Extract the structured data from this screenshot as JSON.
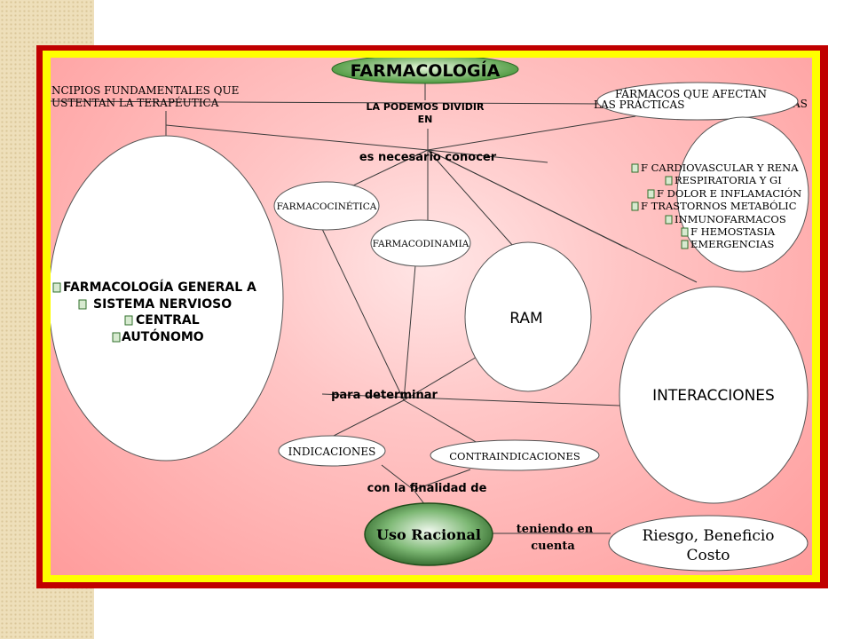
{
  "title": "FARMACOLOGÍA",
  "left_top_label": [
    "NCIPIOS FUNDAMENTALES QUE",
    "USTENTAN LA TERAPÉUTICA"
  ],
  "divide_label": [
    "LA PODEMOS DIVIDIR",
    "EN"
  ],
  "right_top_label": [
    "FÁRMACOS QUE AFECTAN",
    "LAS PRÁCTICAS"
  ],
  "right_top_overflow": "AS",
  "necesario_label": "es necesario conocer",
  "farmacocinetica": "FARMACOCINÉTICA",
  "farmacodinamia": "FARMACODINAMIA",
  "ram": "RAM",
  "interacciones": "INTERACCIONES",
  "para_determinar": "para determinar",
  "indicaciones": "INDICACIONES",
  "contraindicaciones": "CONTRAINDICACIONES",
  "con_finalidad": "con la finalidad de",
  "uso_racional": "Uso Racional",
  "teniendo": [
    "teniendo en",
    "cuenta"
  ],
  "riesgo": [
    "Riesgo, Beneficio",
    "Costo"
  ],
  "left_list": [
    "FARMACOLOGÍA GENERAL A",
    "SISTEMA NERVIOSO",
    "CENTRAL",
    "AUTÓNOMO"
  ],
  "right_list": [
    "F CARDIOVASCULAR Y RENA",
    "RESPIRATORIA Y GI",
    "F DOLOR E INFLAMACIÓN",
    "F TRASTORNOS METABÓLIC",
    "INMUNOFARMACOS",
    "F HEMOSTASIA",
    "EMERGENCIAS"
  ],
  "colors": {
    "frame_red": "#c00000",
    "frame_yellow": "#ffff00",
    "background_pink": "#ff9c9c",
    "title_green": "#3c8f2e",
    "uso_green": "#2e6a28"
  },
  "icons": {
    "bullet": "expand-box-icon"
  }
}
